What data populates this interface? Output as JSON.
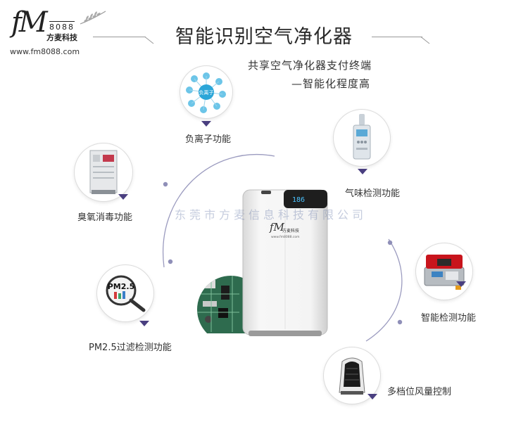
{
  "logo": {
    "mark": "fM",
    "number": "8088",
    "company": "方麦科技",
    "url": "www.fm8088.com"
  },
  "title": "智能识别空气净化器",
  "subtitle_line1": "共享空气净化器支付终端",
  "subtitle_line2": "—智能化程度高",
  "features": [
    {
      "label": "负离子功能",
      "icon": "negative-ion-diagram-icon"
    },
    {
      "label": "气味检测功能",
      "icon": "odor-detector-icon"
    },
    {
      "label": "臭氧消毒功能",
      "icon": "ozone-generator-icon"
    },
    {
      "label": "智能检测功能",
      "icon": "smart-detector-case-icon"
    },
    {
      "label": "PM2.5过滤检测功能",
      "icon": "pm25-magnifier-icon"
    },
    {
      "label": "多档位风量控制",
      "icon": "fan-heater-icon"
    }
  ],
  "ion_diagram_center": "负离子",
  "pm_text": "PM2.5",
  "watermark": "东莞市方麦信息科技有限公司",
  "device": {
    "display_value": "186",
    "brand_mark": "fM",
    "brand_name": "方麦科技",
    "brand_url": "www.fm8088.com"
  },
  "colors": {
    "accent_triangle": "#4a3f80",
    "arc_line": "#9b9bbf",
    "device_body": "#f2f2f2"
  }
}
